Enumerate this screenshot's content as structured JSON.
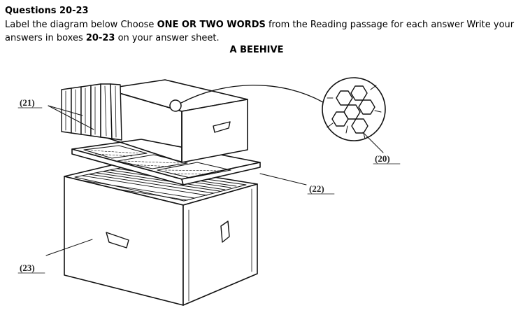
{
  "heading": "Questions 20-23",
  "instruction": {
    "p1": "Label the diagram below Choose ",
    "b1": "ONE OR TWO WORDS",
    "p2": " from the Reading passage for each answer Write your answers in boxes ",
    "b2": "20-23",
    "p3": " on your answer sheet."
  },
  "diagram_title": "A BEEHIVE",
  "labels": {
    "l20": "(20)",
    "l21": "(21)",
    "l22": "(22)",
    "l23": "(23)"
  }
}
